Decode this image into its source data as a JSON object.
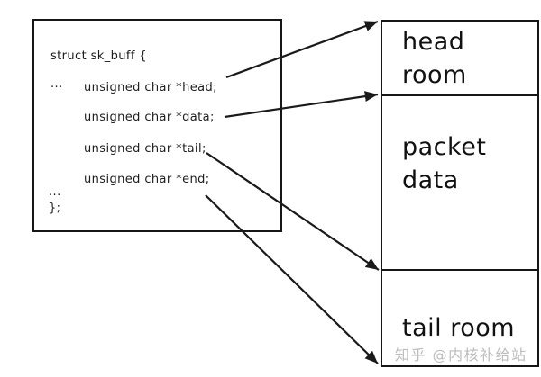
{
  "struct_box": {
    "lines": [
      "struct sk_buff {",
      "...",
      "unsigned char *head;",
      "unsigned char *data;",
      "unsigned char *tail;",
      "unsigned char *end;",
      "...",
      "};"
    ]
  },
  "buffer_box": {
    "sections": [
      {
        "label": "head room"
      },
      {
        "label": "packet data"
      },
      {
        "label": "tail room"
      }
    ]
  },
  "arrows": [
    {
      "from": "unsigned char *head;",
      "to": "top boundary of head room"
    },
    {
      "from": "unsigned char *data;",
      "to": "boundary between head room and packet data"
    },
    {
      "from": "unsigned char *tail;",
      "to": "boundary between packet data and tail room"
    },
    {
      "from": "unsigned char *end;",
      "to": "bottom boundary of tail room"
    }
  ],
  "watermark": {
    "text": "知乎 @内核补给站",
    "color": "#bcbcbc"
  },
  "colors": {
    "stroke": "#1a1a1a",
    "background": "#ffffff"
  }
}
